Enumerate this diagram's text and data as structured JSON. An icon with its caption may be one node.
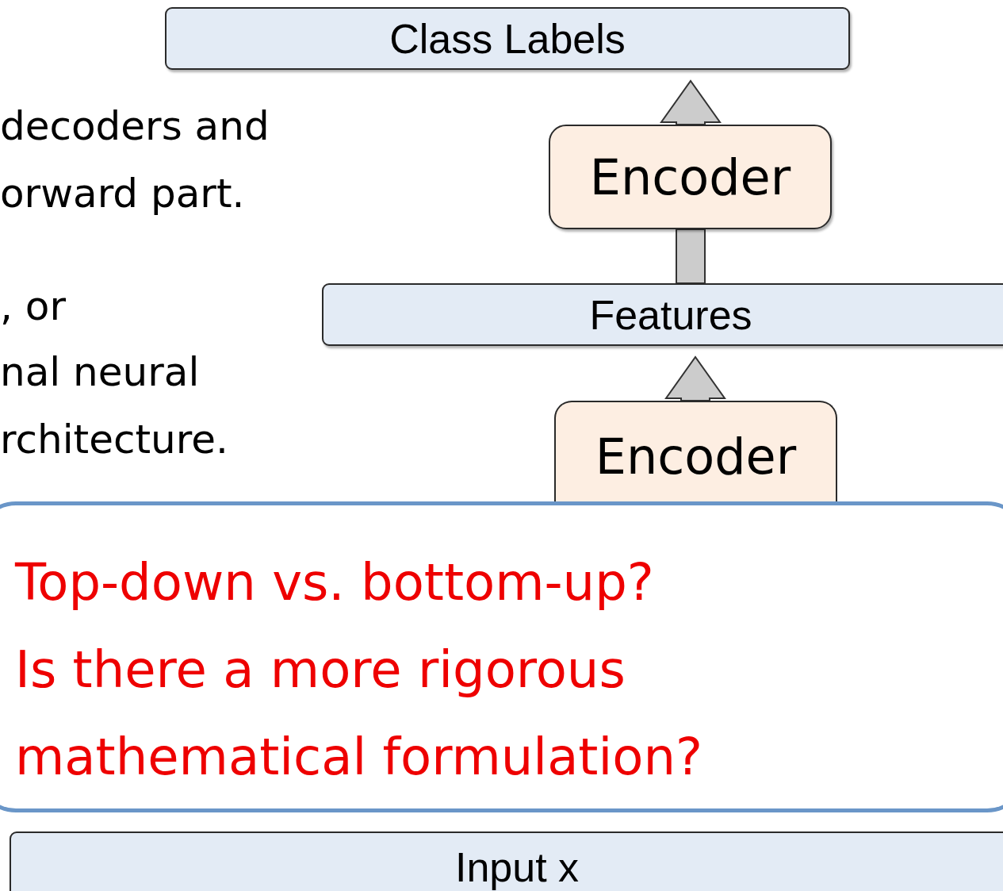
{
  "diagram": {
    "nodes": [
      {
        "text": [
          "Class Labels"
        ]
      },
      {
        "text": [
          "Encoder"
        ]
      },
      {
        "text": [
          "Features"
        ]
      },
      {
        "text": [
          "Encoder"
        ]
      },
      {
        "text": [
          "Input x"
        ]
      },
      {
        "text": [
          "Top-down vs. bottom-up?",
          "Is there a more rigorous mathematical formulation?"
        ]
      }
    ],
    "edges": [
      {
        "from": 1,
        "to": 0,
        "arrow": "to"
      },
      {
        "from": 2,
        "to": 1,
        "arrow": "none"
      },
      {
        "from": 3,
        "to": 2,
        "arrow": "to"
      }
    ],
    "labels": [
      "decoders and",
      "orward part.",
      ", or",
      "nal neural",
      "rchitecture."
    ]
  }
}
